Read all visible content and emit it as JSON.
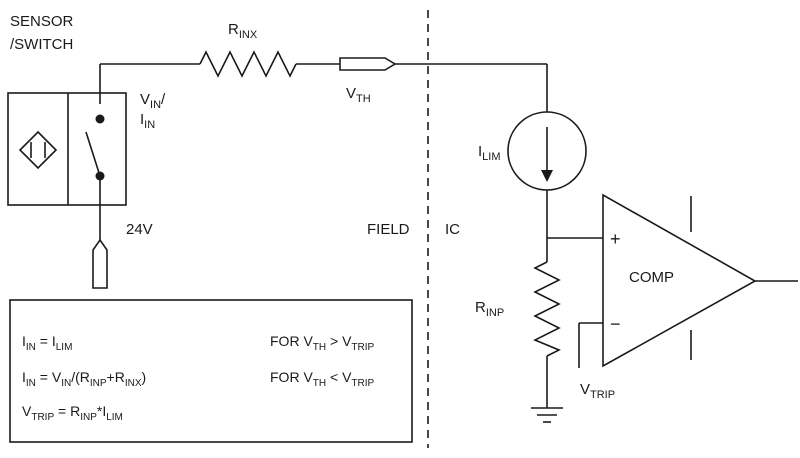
{
  "labels": {
    "sensor_line1": "SENSOR",
    "sensor_line2": "/SWITCH",
    "supply": "24V",
    "field": "FIELD",
    "ic": "IC",
    "comparator": "COMP",
    "plus": "+",
    "minus": "−"
  },
  "components": {
    "r_inx": {
      "base": "R",
      "sub": "INX"
    },
    "v_th": {
      "base": "V",
      "sub": "TH"
    },
    "v_in": {
      "base": "V",
      "sub": "IN",
      "suffix": "/"
    },
    "i_in": {
      "base": "I",
      "sub": "IN"
    },
    "i_lim": {
      "base": "I",
      "sub": "LIM"
    },
    "r_inp": {
      "base": "R",
      "sub": "INP"
    },
    "v_trip": {
      "base": "V",
      "sub": "TRIP"
    }
  },
  "equations": {
    "eq1": {
      "parts": [
        "I",
        "IN",
        " = I",
        "LIM"
      ]
    },
    "eq2": {
      "parts": [
        "I",
        "IN",
        " = V",
        "IN",
        "/(R",
        "INP",
        "+R",
        "INX",
        ")"
      ]
    },
    "eq3": {
      "parts": [
        "V",
        "TRIP",
        " = R",
        "INP",
        "*I",
        "LIM"
      ]
    },
    "cond1": {
      "parts": [
        "FOR V",
        "TH",
        " > V",
        "TRIP"
      ]
    },
    "cond2": {
      "parts": [
        "FOR V",
        "TH",
        " < V",
        "TRIP"
      ]
    }
  },
  "colors": {
    "stroke": "#1a1a1a",
    "background": "#ffffff"
  }
}
